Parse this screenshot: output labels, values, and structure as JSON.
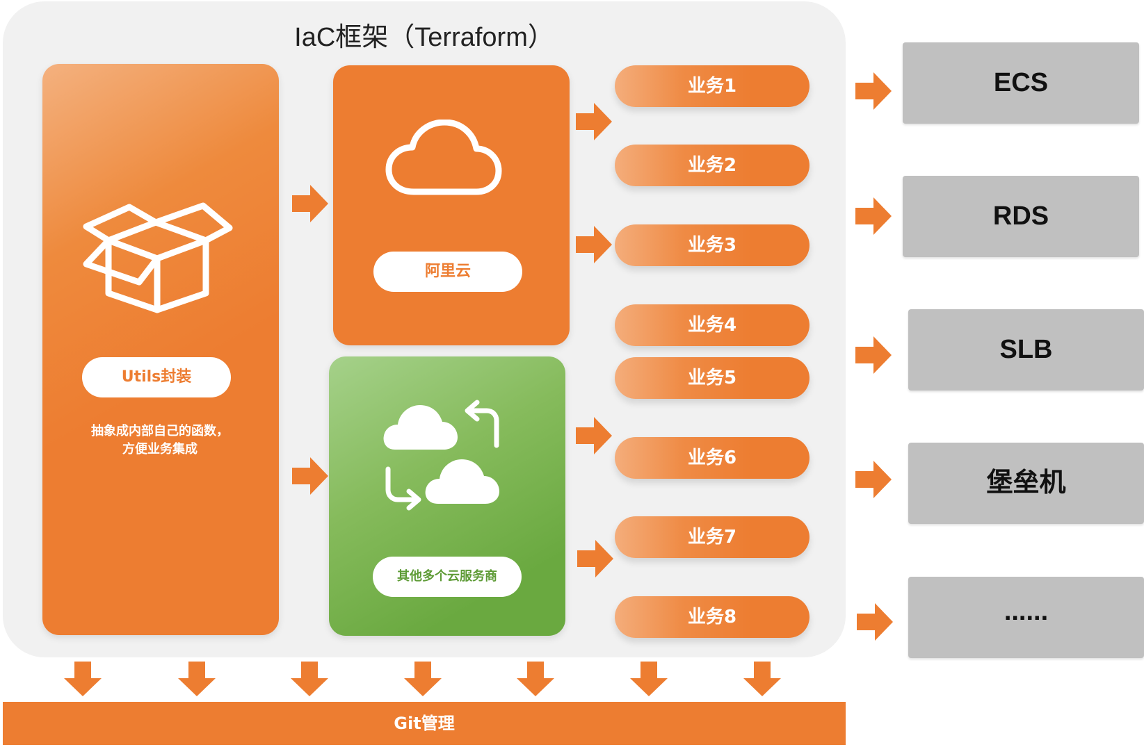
{
  "frame": {
    "title": "IaC框架（Terraform）"
  },
  "utils": {
    "label": "Utils封装",
    "desc_line1": "抽象成内部自己的函数，",
    "desc_line2": "方便业务集成"
  },
  "aliyun": {
    "label": "阿里云"
  },
  "multi_cloud": {
    "label": "其他多个云服务商"
  },
  "tasks": [
    "业务1",
    "业务2",
    "业务3",
    "业务4",
    "业务5",
    "业务6",
    "业务7",
    "业务8"
  ],
  "services": [
    "ECS",
    "RDS",
    "SLB",
    "堡垒机",
    "......"
  ],
  "git": {
    "label": "Git管理"
  },
  "icons": [
    "box-icon",
    "cloud-outline-icon",
    "multi-cloud-sync-icon",
    "arrow-right-icon",
    "arrow-down-icon"
  ],
  "colors": {
    "orange": "#ed7d31",
    "green": "#70ad47",
    "gray": "#c0c0c0",
    "frame": "#f1f1f1"
  }
}
